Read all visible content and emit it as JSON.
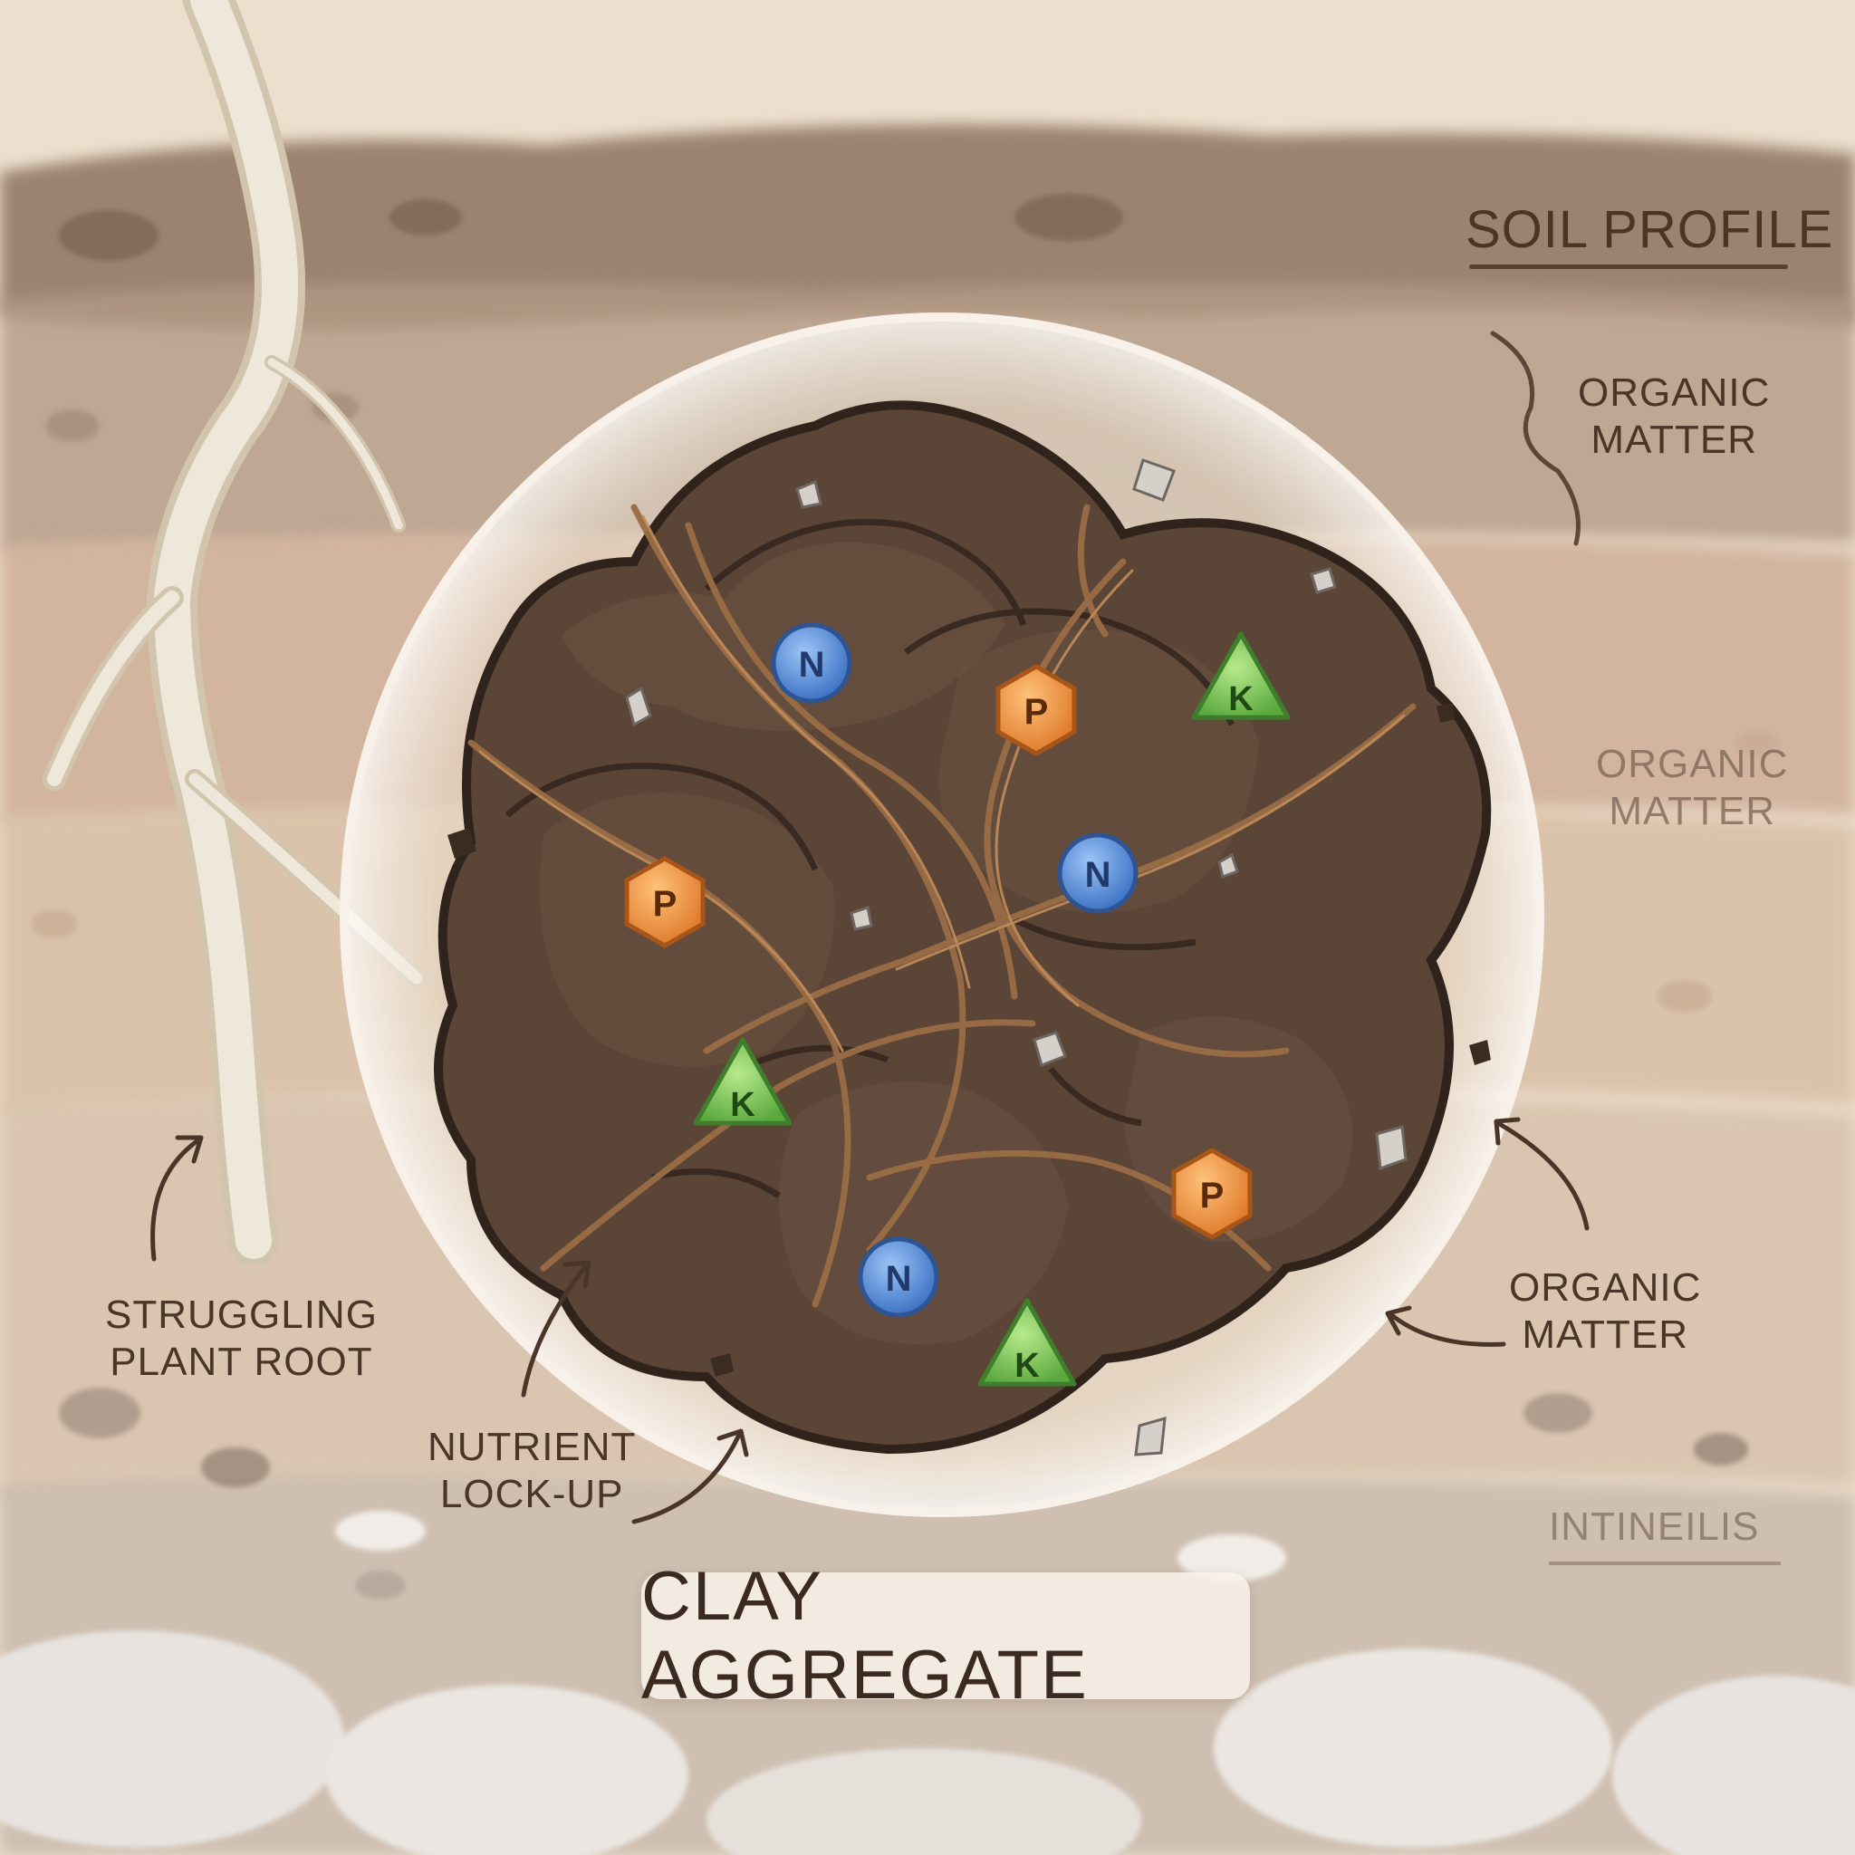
{
  "labels": {
    "soil_profile": "SOIL PROFILE",
    "organic_matter_1": [
      "ORGANIC",
      "MATTER"
    ],
    "organic_matter_2": [
      "ORGANIC",
      "MATTER"
    ],
    "organic_matter_3": [
      "ORGANIC",
      "MATTER"
    ],
    "struggling_root": [
      "STRUGGLING",
      "PLANT ROOT"
    ],
    "nutrient_lockup": [
      "NUTRIENT",
      "LOCK-UP"
    ],
    "blurred_text": "INTINEILIS",
    "clay_aggregate": "CLAY AGGREGATE"
  },
  "nutrients": [
    {
      "symbol": "N",
      "shape": "circle"
    },
    {
      "symbol": "P",
      "shape": "hexagon"
    },
    {
      "symbol": "K",
      "shape": "triangle"
    },
    {
      "symbol": "P",
      "shape": "hexagon"
    },
    {
      "symbol": "N",
      "shape": "circle"
    },
    {
      "symbol": "K",
      "shape": "triangle"
    },
    {
      "symbol": "P",
      "shape": "hexagon"
    },
    {
      "symbol": "N",
      "shape": "circle"
    },
    {
      "symbol": "K",
      "shape": "triangle"
    }
  ],
  "colors": {
    "nitrogen": "#4f86d6",
    "phosphorus": "#ef8f3e",
    "potassium": "#6fbf4f",
    "clay": "#5b4536",
    "root": "#e9e0cf"
  }
}
